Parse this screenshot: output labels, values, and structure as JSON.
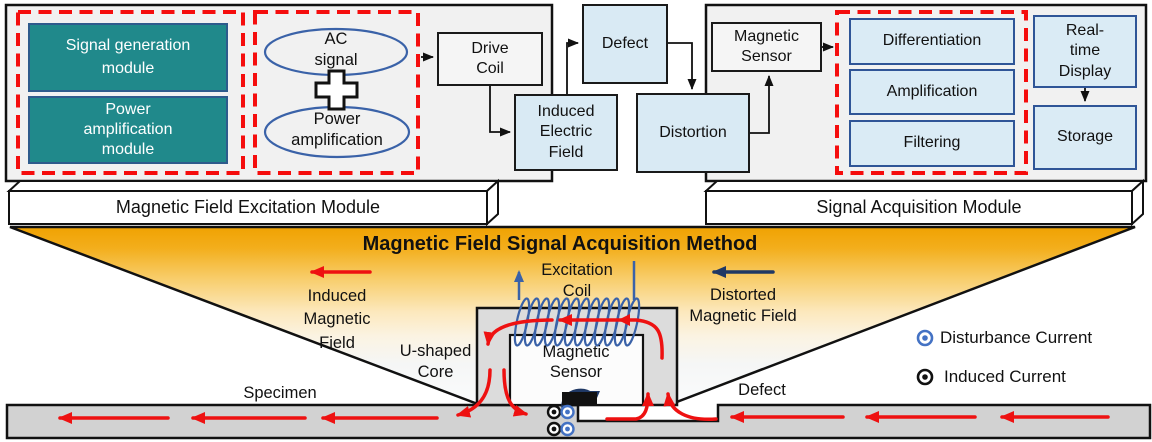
{
  "banner": {
    "title": "Magnetic Field Signal Acquisition Method"
  },
  "excitation": {
    "bar": "Magnetic Field Excitation Module",
    "signal_generation": "Signal generation\nmodule",
    "power_amp_module": "Power\namplification\nmodule",
    "ac_signal": "AC\nsignal",
    "power_amplification": "Power\namplification",
    "drive_coil": "Drive\nCoil",
    "induced_electric_field": "Induced\nElectric\nField"
  },
  "chain": {
    "defect": "Defect",
    "distortion": "Distortion"
  },
  "acquisition": {
    "bar": "Signal Acquisition Module",
    "magnetic_sensor": "Magnetic\nSensor",
    "differentiation": "Differentiation",
    "amplification": "Amplification",
    "filtering": "Filtering",
    "realtime_display": "Real-\ntime\nDisplay",
    "storage": "Storage"
  },
  "scene": {
    "excitation_coil": "Excitation\nCoil",
    "induced_magnetic_field": "Induced\nMagnetic\nField",
    "distorted_magnetic_field": "Distorted\nMagnetic Field",
    "u_shaped_core": "U-shaped\nCore",
    "magnetic_sensor": "Magnetic\nSensor",
    "specimen": "Specimen",
    "defect": "Defect"
  },
  "legend": {
    "disturbance_current": "Disturbance Current",
    "induced_current": "Induced Current"
  },
  "colors": {
    "teal_fill": "#20898b",
    "light_blue_fill": "#d9eaf4",
    "blue_box_border": "#2f5597",
    "red_dashed": "#f50d0d",
    "red_arrow": "#ee1111",
    "navy_arrow": "#1f3864",
    "coil_blue": "#3a62a8",
    "funnel_amber": "#f0a202",
    "specimen_gray": "#d2d2d2",
    "core_gray": "#dcdcdc"
  }
}
